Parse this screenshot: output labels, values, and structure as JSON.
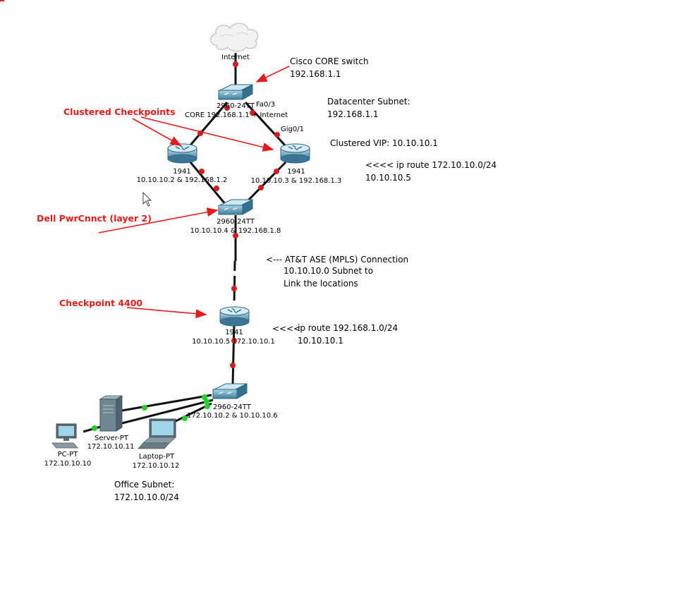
{
  "devices": {
    "internet": "Internet",
    "core_switch": {
      "model": "2960-24TT",
      "port": "Fa0/3",
      "label": "CORE 192.168.1.1 + Internet"
    },
    "port_gig": "Gig0/1",
    "router_left": {
      "model": "1941",
      "ips": "10.10.10.2 & 192.168.1.2"
    },
    "router_right": {
      "model": "1941",
      "ips": "10.10.10.3 & 192.168.1.3"
    },
    "dist_switch": {
      "model": "2960-24TT",
      "ips": "10.10.10.4 & 192.168.1.8"
    },
    "remote_router": {
      "model": "1941",
      "ips": "10.10.10.5 172.10.10.1"
    },
    "office_switch": {
      "model": "2960-24TT",
      "ips": "172.10.10.2 & 10.10.10.6"
    },
    "server": {
      "model": "Server-PT",
      "ip": "172.10.10.11"
    },
    "pc": {
      "model": "PC-PT",
      "ip": "172.10.10.10"
    },
    "laptop": {
      "model": "Laptop-PT",
      "ip": "172.10.10.12"
    }
  },
  "notes": {
    "core_title": "Cisco CORE switch",
    "core_ip": "192.168.1.1",
    "dc_title": "Datacenter Subnet:",
    "dc_subnet": "192.168.1.1",
    "vip": "Clustered VIP: 10.10.10.1",
    "route_dc_1": "<<<< ip route 172.10.10.0/24",
    "route_dc_2": "10.10.10.5",
    "mpls_1": "<--- AT&T ASE (MPLS) Connection",
    "mpls_2": "10.10.10.0 Subnet to",
    "mpls_3": "Link the locations",
    "route_rem_arrow": "<<<<",
    "route_rem_1": "ip route 192.168.1.0/24",
    "route_rem_2": "10.10.10.1",
    "office_title": "Office Subnet:",
    "office_subnet": "172.10.10.0/24"
  },
  "callouts": {
    "checkpoints": "Clustered Checkpoints",
    "dell": "Dell PwrCnnct (layer 2)",
    "cp4400": "Checkpoint 4400"
  },
  "colors": {
    "link": "#111111",
    "link_down": "#d61c1c",
    "link_up": "#1fd12a",
    "annotation": "#e31b1b",
    "device": "#4f8ba8"
  }
}
